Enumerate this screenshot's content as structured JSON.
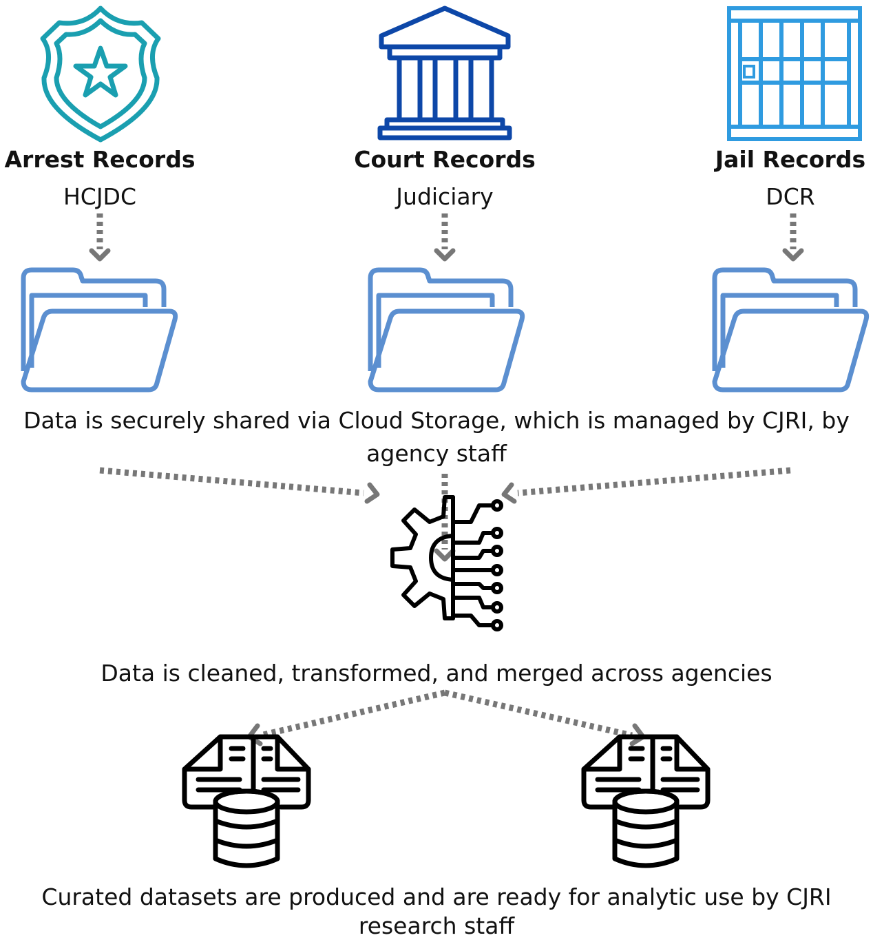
{
  "sources": [
    {
      "title": "Arrest Records",
      "agency": "HCJDC",
      "icon": "police-badge-icon",
      "color": "#1a9fb0"
    },
    {
      "title": "Court Records",
      "agency": "Judiciary",
      "icon": "courthouse-icon",
      "color": "#0d47a8"
    },
    {
      "title": "Jail Records",
      "agency": "DCR",
      "icon": "jail-cell-icon",
      "color": "#2f9be0"
    }
  ],
  "folder_color": "#5b8fd0",
  "arrow_color": "#777777",
  "captions": {
    "shared_line1": "Data is securely shared via Cloud Storage, which is managed by CJRI, by",
    "shared_line2": "agency staff",
    "processed": "Data is cleaned, transformed, and merged across agencies",
    "curated_line1": "Curated datasets are produced and are ready for analytic use by CJRI",
    "curated_line2": "research staff"
  }
}
